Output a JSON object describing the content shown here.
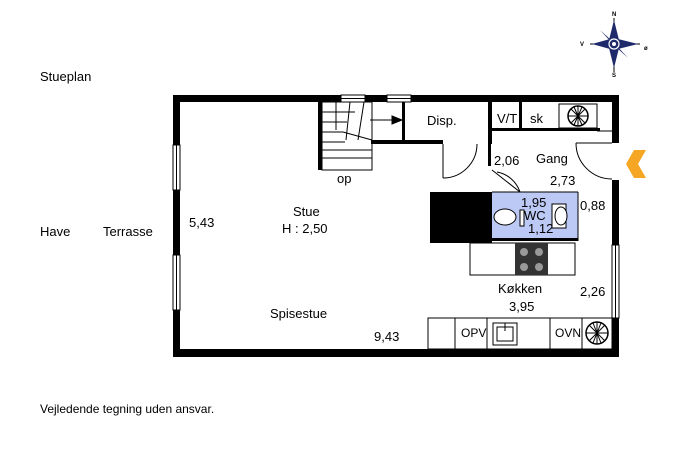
{
  "title": "Stueplan",
  "disclaimer": "Vejledende tegning uden ansvar.",
  "compass": {
    "n": "N",
    "s": "S",
    "v": "V",
    "o": "ø"
  },
  "outside": {
    "have": "Have",
    "terrasse": "Terrasse"
  },
  "rooms": {
    "disp": "Disp.",
    "op": "op",
    "stue": "Stue",
    "height": "H : 2,50",
    "spisestue": "Spisestue",
    "gang": "Gang",
    "wc": "WC",
    "vt": "V/T",
    "sk": "sk",
    "kokken": "Køkken",
    "opv": "OPV",
    "ovn": "OVN"
  },
  "dimensions": {
    "d_543": "5,43",
    "d_943": "9,43",
    "d_206": "2,06",
    "d_273": "2,73",
    "d_195": "1,95",
    "d_112": "1,12",
    "d_088": "0,88",
    "d_226": "2,26",
    "d_395": "3,95"
  },
  "colors": {
    "wall": "#000000",
    "wc_fill": "#bcc9f5",
    "entrance_arrow": "#f5a623"
  }
}
